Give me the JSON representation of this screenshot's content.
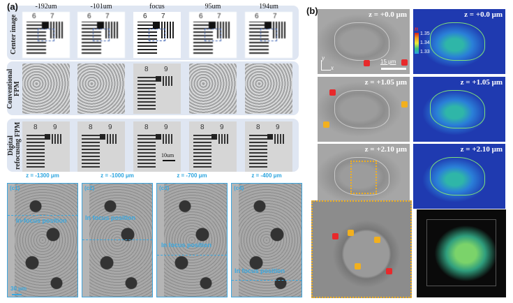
{
  "panel_a": {
    "label": "(a)",
    "columns": [
      "-192um",
      "-101um",
      "focus",
      "95um",
      "194um"
    ],
    "rows": [
      "Center image",
      "Conventional FPM",
      "Digital refocusing FPM"
    ],
    "group_numbers_center": [
      "6",
      "7"
    ],
    "group_numbers_zoom": [
      "8",
      "9"
    ],
    "scale_bar": "10um"
  },
  "panel_c": {
    "panels": [
      {
        "tag": "(c1)",
        "z": "z = -1300 μm",
        "annotation": "In-focus position",
        "scale_bar": "30 μm"
      },
      {
        "tag": "(c2)",
        "z": "z = -1000 μm",
        "annotation": "In focus position"
      },
      {
        "tag": "(c3)",
        "z": "z = -700 μm",
        "annotation": "In focus position"
      },
      {
        "tag": "(c4)",
        "z": "z = -400 μm",
        "annotation": "In focus position"
      }
    ]
  },
  "panel_b": {
    "label": "(b)",
    "depths": [
      "z = +0.0 μm",
      "z = +1.05 μm",
      "z = +2.10 μm"
    ],
    "colorbar": {
      "symbol": "n",
      "ticks": [
        "1.35",
        "1.34",
        "1.33"
      ]
    },
    "scale_bar": "15 μm",
    "axes": {
      "y": "y",
      "x": "x"
    },
    "colors": {
      "red_arrow": "#e8292b",
      "yellow_arrow": "#f2b01e",
      "frame_blue": "#3ea6de",
      "band": "#dfe6f2"
    }
  }
}
